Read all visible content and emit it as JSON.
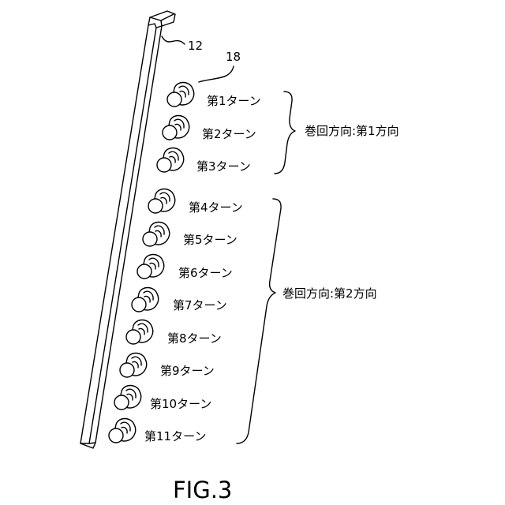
{
  "references": {
    "member": "12",
    "conductor": "18"
  },
  "turns": [
    "第1ターン",
    "第2ターン",
    "第3ターン",
    "第4ターン",
    "第5ターン",
    "第6ターン",
    "第7ターン",
    "第8ターン",
    "第9ターン",
    "第10ターン",
    "第11ターン"
  ],
  "groups": [
    {
      "label": "巻回方向:第1方向",
      "first_turn": 1,
      "last_turn": 3
    },
    {
      "label": "巻回方向:第2方向",
      "first_turn": 4,
      "last_turn": 11
    }
  ],
  "caption": "FIG.3"
}
